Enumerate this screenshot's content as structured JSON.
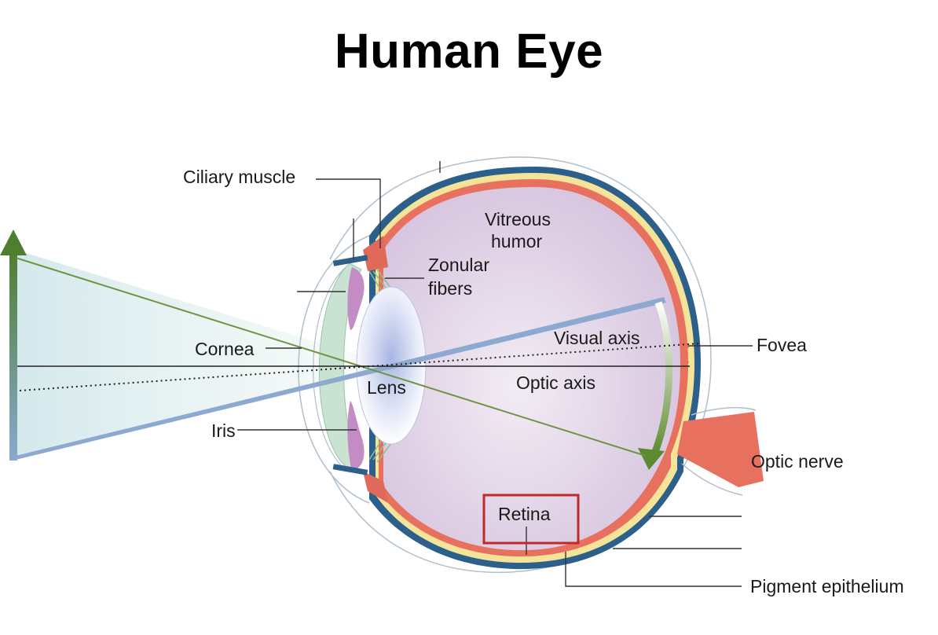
{
  "title": "Human Eye",
  "labels": {
    "ciliary_muscle": "Ciliary muscle",
    "vitreous_humor_line1": "Vitreous",
    "vitreous_humor_line2": "humor",
    "zonular_fibers_line1": "Zonular",
    "zonular_fibers_line2": "fibers",
    "visual_axis": "Visual axis",
    "fovea": "Fovea",
    "cornea": "Cornea",
    "lens": "Lens",
    "optic_axis": "Optic axis",
    "iris": "Iris",
    "optic_nerve": "Optic nerve",
    "retina": "Retina",
    "pigment_epithelium": "Pigment epithelium"
  },
  "colors": {
    "vitreous": "#d9c9e0",
    "sclera_outer": "#2c5f8a",
    "choroid": "#f4e49a",
    "retina": "#e8705f",
    "cornea": "#c9e2d2",
    "iris": "#c48cc4",
    "object_arrow": "#5c8a3c",
    "light_ray": "#6e9444",
    "visual_axis": "#8ea9d0",
    "highlight_box": "#c0282a"
  }
}
